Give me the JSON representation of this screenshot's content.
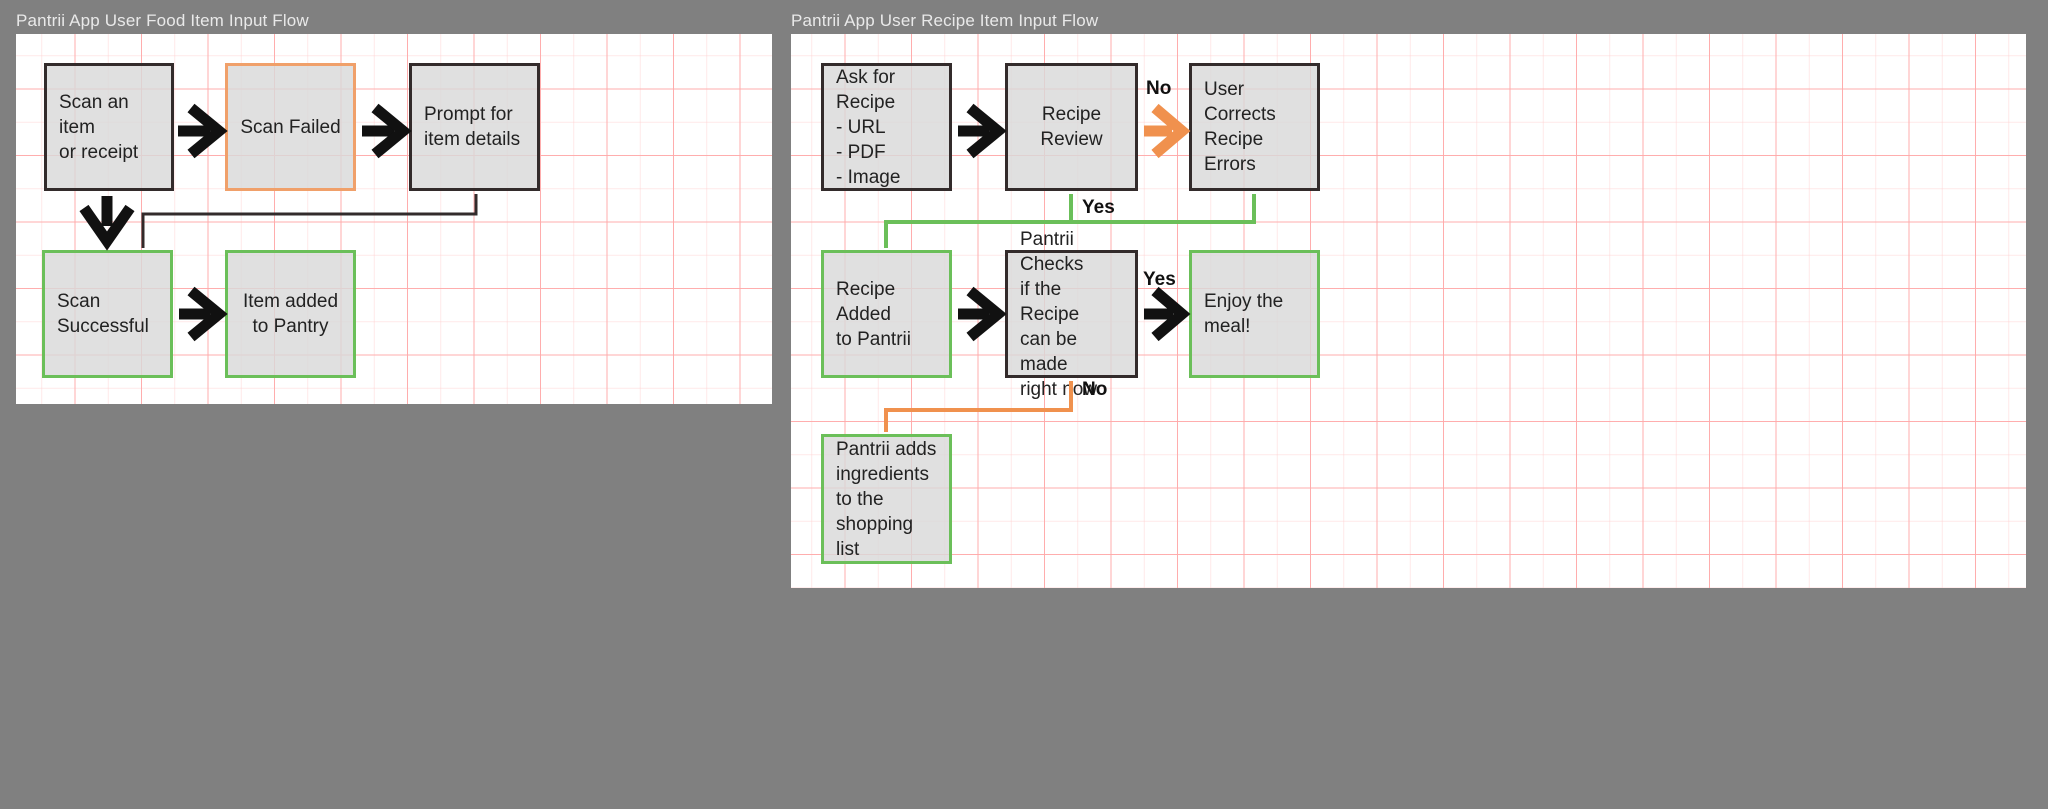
{
  "panels": [
    {
      "id": "food-flow",
      "title": "Pantrii App User Food Item Input Flow",
      "nodes": [
        {
          "name": "scan-item-or-receipt",
          "text": "Scan an item\nor receipt",
          "border": "dark"
        },
        {
          "name": "scan-failed",
          "text": "Scan Failed",
          "border": "orange"
        },
        {
          "name": "prompt-for-item-details",
          "text": "Prompt for\nitem details",
          "border": "dark"
        },
        {
          "name": "scan-successful",
          "text": "Scan\nSuccessful",
          "border": "green"
        },
        {
          "name": "item-added-to-pantry",
          "text": "Item added\nto Pantry",
          "border": "green"
        }
      ],
      "edge_labels": []
    },
    {
      "id": "recipe-flow",
      "title": "Pantrii App User Recipe Item Input Flow",
      "nodes": [
        {
          "name": "ask-for-recipe",
          "text": "Ask for Recipe\n- URL\n- PDF\n- Image",
          "border": "dark"
        },
        {
          "name": "recipe-review",
          "text": "Recipe Review",
          "border": "dark"
        },
        {
          "name": "user-corrects-recipe-errors",
          "text": "User Corrects\nRecipe Errors",
          "border": "dark"
        },
        {
          "name": "recipe-added-to-pantrii",
          "text": "Recipe Added\nto Pantrii",
          "border": "green"
        },
        {
          "name": "pantrii-checks-recipe",
          "text": "Pantrii Checks\nif the Recipe\ncan be made\nright now",
          "border": "dark"
        },
        {
          "name": "enjoy-the-meal",
          "text": "Enjoy the\nmeal!",
          "border": "green"
        },
        {
          "name": "pantrii-adds-ingredients",
          "text": "Pantrii adds\ningredients\nto the\nshopping list",
          "border": "green"
        }
      ],
      "edge_labels": [
        {
          "name": "edge-label-no-review",
          "text": "No"
        },
        {
          "name": "edge-label-yes-review",
          "text": "Yes"
        },
        {
          "name": "edge-label-yes-check",
          "text": "Yes"
        },
        {
          "name": "edge-label-no-check",
          "text": "No"
        }
      ]
    }
  ],
  "colors": {
    "background": "#808080",
    "canvas": "#ffffff",
    "grid_line": "#ffaaaa",
    "node_fill": "#d9d9d9",
    "border_dark": "#332b2b",
    "border_green": "#6bbf59",
    "border_orange": "#f0a06a",
    "arrow_black": "#111111",
    "arrow_orange": "#f0914e",
    "connector_green": "#6bbf59",
    "title_text": "#e9e9e9"
  }
}
